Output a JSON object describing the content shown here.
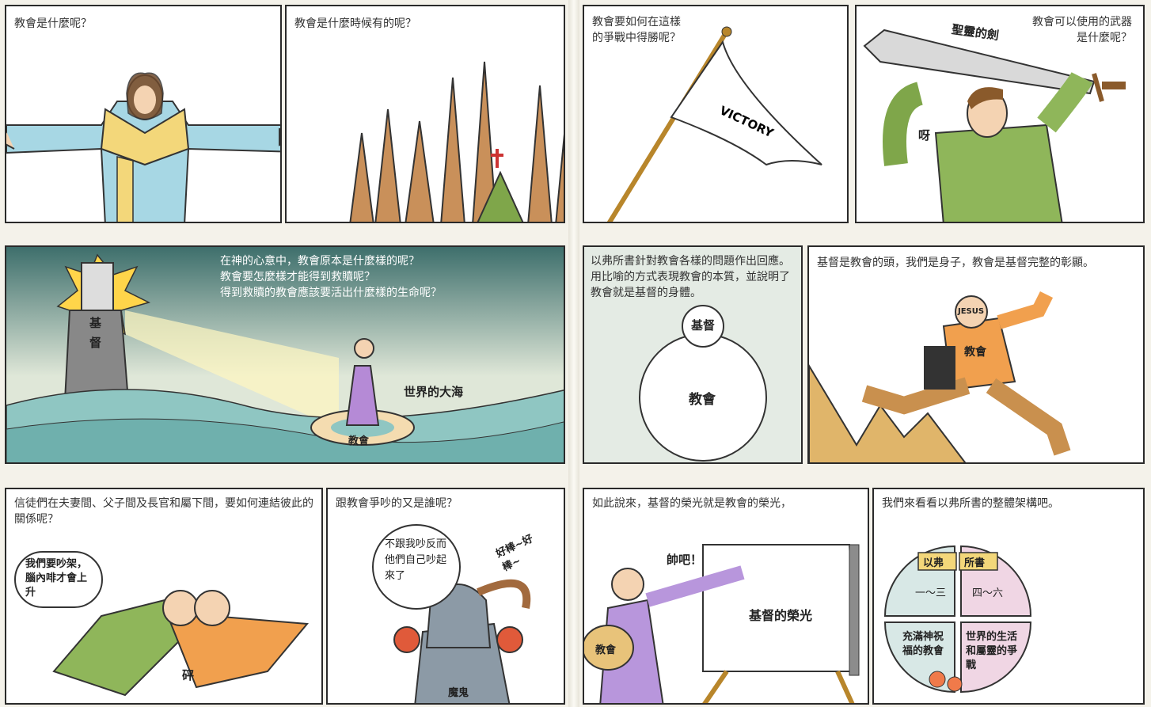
{
  "panels": {
    "p1": {
      "caption": "教會是什麼呢？"
    },
    "p2": {
      "caption": "教會是什麼時候有的呢？"
    },
    "p3": {
      "caption": "教會要如何在這樣的爭戰中得勝呢？",
      "flag_text": "VICTORY"
    },
    "p4": {
      "caption": "教會可以使用的武器是什麼呢？",
      "sword_label": "聖靈的劍",
      "shout": "呀"
    },
    "p5": {
      "lines": [
        "在神的心意中，教會原本是什麼樣的呢？",
        "教會要怎麼樣才能得到救贖呢？",
        "得到救贖的教會應該要活出什麼樣的生命呢？"
      ],
      "lighthouse_label": "基督",
      "sea_label": "世界的大海",
      "ring_label": "教會"
    },
    "p6": {
      "caption": "以弗所書針對教會各樣的問題作出回應。用比喻的方式表現教會的本質，並說明了教會就是基督的身體。",
      "head_label": "基督",
      "body_label": "教會"
    },
    "p7": {
      "caption": "基督是教會的頭，我們是身子，教會是基督完整的彰顯。",
      "head_label": "JESUS",
      "body_label": "教會"
    },
    "p8": {
      "caption": "信徒們在夫妻間、父子間及長官和屬下間，要如何連結彼此的關係呢？",
      "bubble": "我們要吵架，腦內啡才會上升",
      "sfx": "砰"
    },
    "p9": {
      "caption": "跟教會爭吵的又是誰呢？",
      "bubble": "不跟我吵反而他們自己吵起來了",
      "cheer": "好棒~好棒~",
      "devil_label": "魔鬼"
    },
    "p10": {
      "caption": "如此說來，基督的榮光就是教會的榮光，",
      "shout": "帥吧！",
      "canvas_label": "基督的榮光",
      "palette_label": "教會"
    },
    "p11": {
      "caption": "我們來看看以弗所書的整體架構吧。",
      "book_left": "以弗",
      "book_right": "所書",
      "q1": "一～三",
      "q2": "四～六",
      "q3": "充滿神祝福的教會",
      "q4": "世界的生活和屬靈的爭戰"
    }
  }
}
